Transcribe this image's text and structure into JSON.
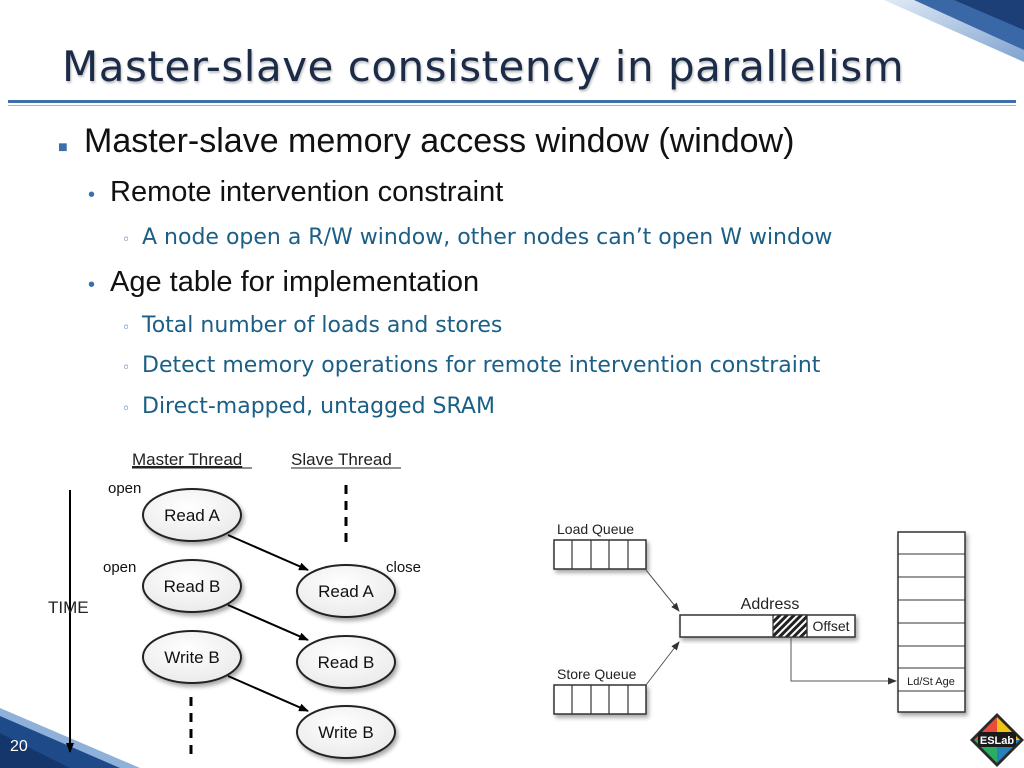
{
  "slide": {
    "title": "Master-slave consistency in parallelism",
    "page_number": "20",
    "bullets": [
      {
        "text": "Master-slave memory access window (window)",
        "children": [
          {
            "text": "Remote intervention constraint",
            "children": [
              "A node open a R/W window, other nodes can’t open W window"
            ]
          },
          {
            "text": "Age table for implementation",
            "children": [
              "Total number of loads and stores",
              "Detect memory operations for remote intervention constraint",
              "Direct-mapped, untagged SRAM"
            ]
          }
        ]
      }
    ]
  },
  "thread_diagram": {
    "master_header": "Master Thread",
    "slave_header": "Slave Thread",
    "time_label": "TIME",
    "master_nodes": [
      "Read A",
      "Read B",
      "Write B"
    ],
    "slave_nodes": [
      "Read A",
      "Read B",
      "Write B"
    ],
    "annotations": {
      "open_1": "open",
      "open_2": "open",
      "close": "close"
    }
  },
  "queue_diagram": {
    "load_queue": "Load Queue",
    "store_queue": "Store Queue",
    "address": "Address",
    "offset": "Offset",
    "age_table_entry": "Ld/St Age"
  },
  "logo": {
    "text": "ESLab"
  },
  "colors": {
    "title": "#1b2b48",
    "accent": "#3d6fa8",
    "sub_bullet_text": "#1b5f86",
    "corner_blue": "#1f4a8a"
  }
}
